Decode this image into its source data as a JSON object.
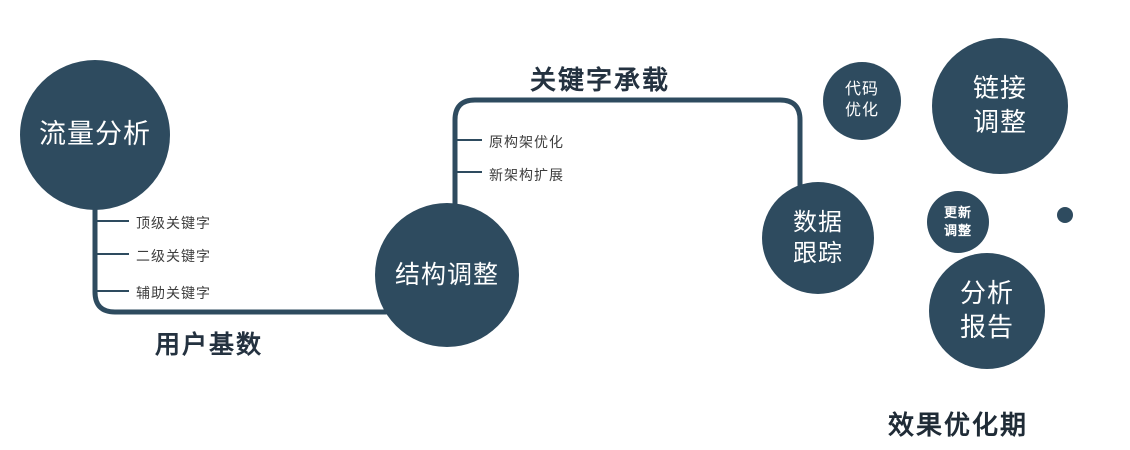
{
  "diagram": {
    "nodes": {
      "traffic": {
        "label": "流量分析"
      },
      "structure": {
        "label": "结构调整"
      },
      "data_tracking": {
        "line1": "数据",
        "line2": "跟踪"
      },
      "code_opt": {
        "line1": "代码",
        "line2": "优化"
      },
      "link_adjust": {
        "line1": "链接",
        "line2": "调整"
      },
      "update_adjust": {
        "line1": "更新",
        "line2": "调整"
      },
      "analysis_report": {
        "line1": "分析",
        "line2": "报告"
      }
    },
    "edge_labels": {
      "user_base": "用户基数",
      "keyword_carry": "关键字承载"
    },
    "branches": {
      "traffic": [
        "顶级关键字",
        "二级关键字",
        "辅助关键字"
      ],
      "structure": [
        "原构架优化",
        "新架构扩展"
      ]
    },
    "footer": "效果优化期",
    "colors": {
      "node_fill": "#2e4b5f",
      "node_text": "#ffffff",
      "label_text": "#243240",
      "branch_text": "#3d3d3d",
      "background": "#ffffff"
    }
  }
}
